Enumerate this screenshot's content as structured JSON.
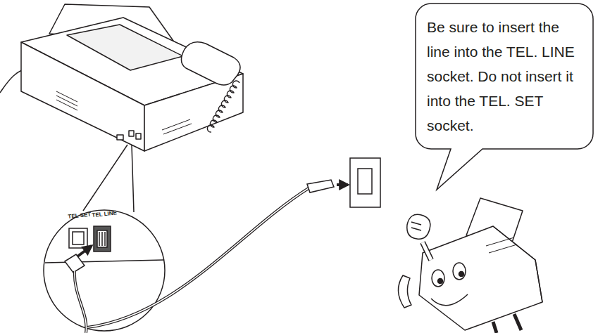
{
  "diagram": {
    "nodes": [
      {
        "text": [
          "Be sure to insert the line into the TEL. LINE socket. Do not insert it into the TEL. SET socket."
        ]
      }
    ],
    "labels": [
      "TEL SET",
      "TEL LINE"
    ]
  }
}
